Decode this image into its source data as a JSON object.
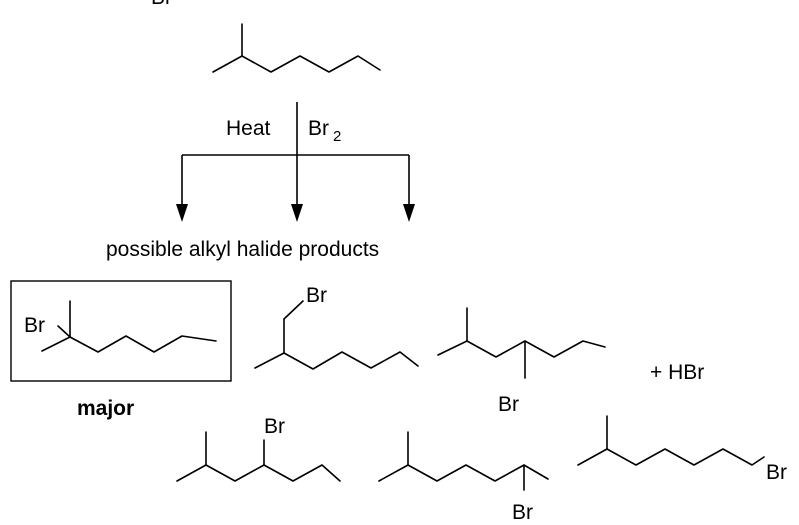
{
  "reaction": {
    "top_label": "Br",
    "condition_left": "Heat",
    "reagent_element": "Br",
    "reagent_subscript": "2",
    "products_heading": "possible alkyl halide products",
    "major_label": "major",
    "byproduct": "+ HBr"
  },
  "atom_labels": {
    "p1": "Br",
    "p2": "Br",
    "p3": "Br",
    "p4": "Br",
    "p5": "Br",
    "p6": "Br"
  }
}
